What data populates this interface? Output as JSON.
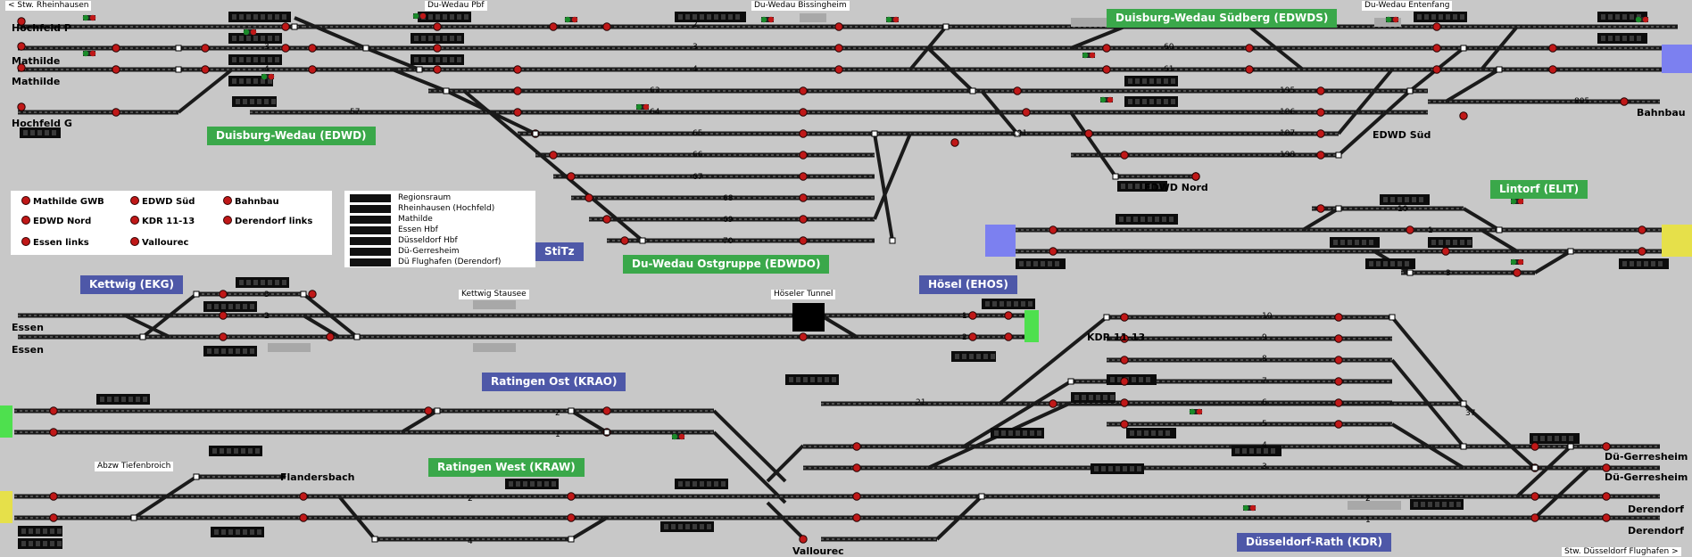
{
  "colors": {
    "background": "#c8c8c8",
    "track": "#1a1a1a",
    "signal_red": "#c01818",
    "signal_green": "#1a8a2a",
    "area_green": "#3aa84a",
    "area_blue": "#4e58a8",
    "edge_green": "#4ee04e",
    "edge_blue": "#7c80f0",
    "edge_yellow": "#e6e04a"
  },
  "areas": [
    {
      "id": "edwds",
      "label": "Duisburg-Wedau Südberg (EDWDS)",
      "color": "green"
    },
    {
      "id": "edwd",
      "label": "Duisburg-Wedau (EDWD)",
      "color": "green"
    },
    {
      "id": "edwdo",
      "label": "Du-Wedau Ostgruppe (EDWDO)",
      "color": "green"
    },
    {
      "id": "elit",
      "label": "Lintorf (ELIT)",
      "color": "green"
    },
    {
      "id": "stitz",
      "label": "StiTz",
      "color": "blue"
    },
    {
      "id": "ekg",
      "label": "Kettwig (EKG)",
      "color": "blue"
    },
    {
      "id": "ehos",
      "label": "Hösel (EHOS)",
      "color": "blue"
    },
    {
      "id": "krao",
      "label": "Ratingen Ost (KRAO)",
      "color": "blue"
    },
    {
      "id": "kraw",
      "label": "Ratingen West (KRAW)",
      "color": "green"
    },
    {
      "id": "kdr",
      "label": "Düsseldorf-Rath (KDR)",
      "color": "blue"
    }
  ],
  "edge_labels": [
    {
      "id": "hochfeld-p",
      "text": "Hochfeld P"
    },
    {
      "id": "mathilde-1",
      "text": "Mathilde"
    },
    {
      "id": "mathilde-2",
      "text": "Mathilde"
    },
    {
      "id": "hochfeld-g",
      "text": "Hochfeld G"
    },
    {
      "id": "essen-1",
      "text": "Essen"
    },
    {
      "id": "essen-2",
      "text": "Essen"
    },
    {
      "id": "flandersbach",
      "text": "Flandersbach"
    },
    {
      "id": "bahnbau",
      "text": "Bahnbau"
    },
    {
      "id": "edwd-sued",
      "text": "EDWD Süd"
    },
    {
      "id": "edwd-nord",
      "text": "EDWD Nord"
    },
    {
      "id": "kdr-11-13",
      "text": "KDR 11-13"
    },
    {
      "id": "vallourec",
      "text": "Vallourec"
    },
    {
      "id": "du-gerresheim-1",
      "text": "Dü-Gerresheim"
    },
    {
      "id": "du-gerresheim-2",
      "text": "Dü-Gerresheim"
    },
    {
      "id": "derendorf-1",
      "text": "Derendorf"
    },
    {
      "id": "derendorf-2",
      "text": "Derendorf"
    }
  ],
  "tags": [
    {
      "id": "stw-rheinhausen",
      "text": "< Stw. Rheinhausen"
    },
    {
      "id": "du-wedau-pbf",
      "text": "Du-Wedau Pbf"
    },
    {
      "id": "du-wedau-bissingheim",
      "text": "Du-Wedau Bissingheim"
    },
    {
      "id": "du-wedau-entenfang",
      "text": "Du-Wedau Entenfang"
    },
    {
      "id": "kettwig-stausee",
      "text": "Kettwig Stausee"
    },
    {
      "id": "hoeseler-tunnel",
      "text": "Höseler Tunnel"
    },
    {
      "id": "abzw-tiefenbroich",
      "text": "Abzw Tiefenbroich"
    },
    {
      "id": "stw-duesseldorf-flughafen",
      "text": "Stw. Düsseldorf Flughafen >"
    }
  ],
  "legend": {
    "items": [
      {
        "id": "mathilde-gwb",
        "label": "Mathilde GWB"
      },
      {
        "id": "edwd-sued",
        "label": "EDWD Süd"
      },
      {
        "id": "bahnbau",
        "label": "Bahnbau"
      },
      {
        "id": "edwd-nord",
        "label": "EDWD Nord"
      },
      {
        "id": "kdr-11-13",
        "label": "KDR 11-13"
      },
      {
        "id": "derendorf-links",
        "label": "Derendorf links"
      },
      {
        "id": "essen-links",
        "label": "Essen links"
      },
      {
        "id": "vallourec",
        "label": "Vallourec"
      }
    ]
  },
  "block_legend": {
    "rows": [
      "Regionsraum",
      "Rheinhausen (Hochfeld)",
      "Mathilde",
      "Essen Hbf",
      "Düsseldorf Hbf",
      "Dü-Gerresheim",
      "Dü Flughafen (Derendorf)"
    ]
  },
  "track_numbers": [
    {
      "id": "t2",
      "text": "2"
    },
    {
      "id": "t3",
      "text": "3"
    },
    {
      "id": "t4",
      "text": "4"
    },
    {
      "id": "t3b",
      "text": "3"
    },
    {
      "id": "t4b",
      "text": "4"
    },
    {
      "id": "t60",
      "text": "60"
    },
    {
      "id": "t61",
      "text": "61"
    },
    {
      "id": "t57",
      "text": "57"
    },
    {
      "id": "t63",
      "text": "63"
    },
    {
      "id": "t64",
      "text": "64"
    },
    {
      "id": "t65",
      "text": "65"
    },
    {
      "id": "t66",
      "text": "66"
    },
    {
      "id": "t67",
      "text": "67"
    },
    {
      "id": "t68",
      "text": "68"
    },
    {
      "id": "t69",
      "text": "69"
    },
    {
      "id": "t70",
      "text": "70"
    },
    {
      "id": "t191",
      "text": "191"
    },
    {
      "id": "t195",
      "text": "195"
    },
    {
      "id": "t196",
      "text": "196"
    },
    {
      "id": "t197",
      "text": "197"
    },
    {
      "id": "t198",
      "text": "198"
    },
    {
      "id": "t805",
      "text": "805"
    },
    {
      "id": "t10",
      "text": "10"
    },
    {
      "id": "t1",
      "text": "1"
    },
    {
      "id": "t3c",
      "text": "3"
    },
    {
      "id": "k3",
      "text": "3"
    },
    {
      "id": "k2",
      "text": "2"
    },
    {
      "id": "h1",
      "text": "1"
    },
    {
      "id": "h2",
      "text": "2"
    },
    {
      "id": "r2",
      "text": "2"
    },
    {
      "id": "r1",
      "text": "1"
    },
    {
      "id": "w2",
      "text": "2"
    },
    {
      "id": "w4",
      "text": "4"
    },
    {
      "id": "d21",
      "text": "21"
    },
    {
      "id": "d10",
      "text": "10"
    },
    {
      "id": "d9",
      "text": "9"
    },
    {
      "id": "d8",
      "text": "8"
    },
    {
      "id": "d7",
      "text": "7"
    },
    {
      "id": "d6",
      "text": "6"
    },
    {
      "id": "d5",
      "text": "5"
    },
    {
      "id": "d4",
      "text": "4"
    },
    {
      "id": "d3",
      "text": "3"
    },
    {
      "id": "d37",
      "text": "37"
    },
    {
      "id": "d2",
      "text": "2"
    },
    {
      "id": "d1",
      "text": "1"
    }
  ]
}
